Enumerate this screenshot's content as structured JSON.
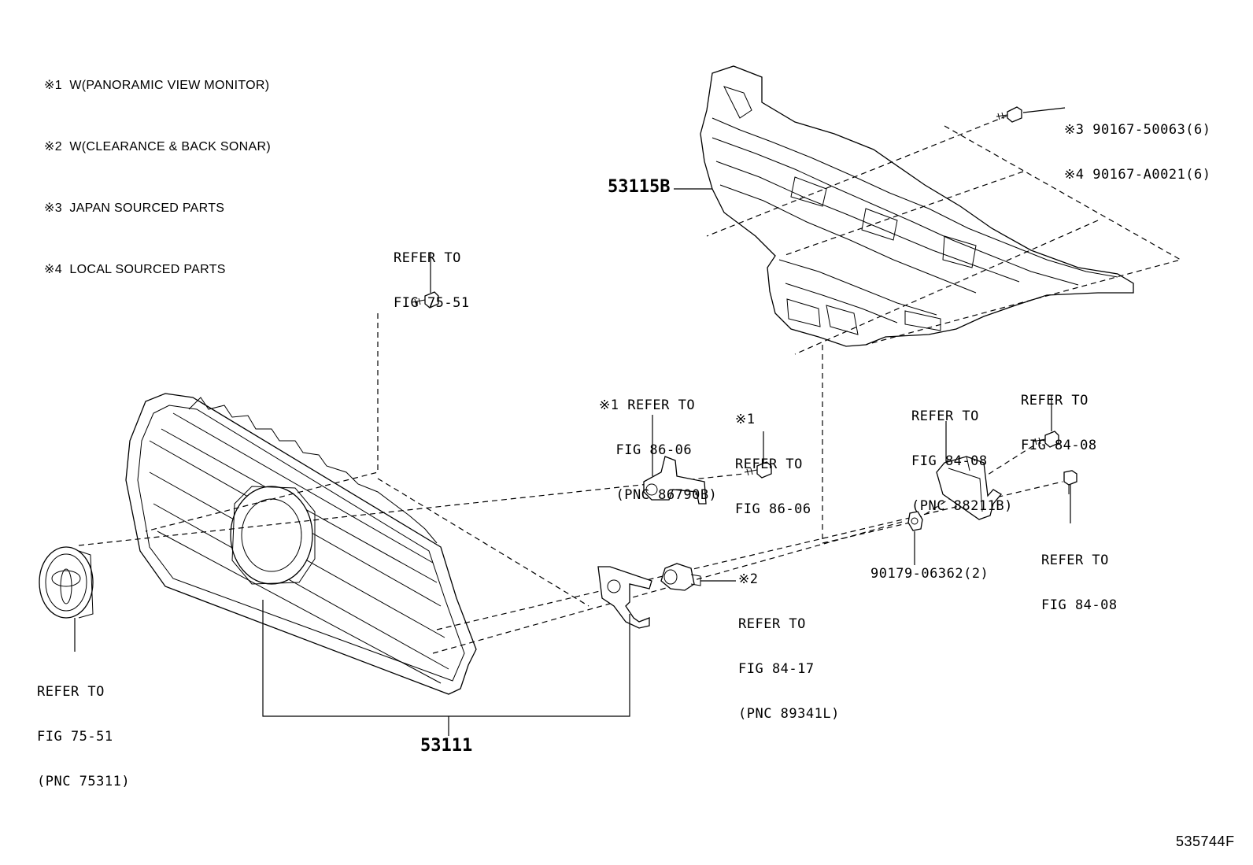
{
  "legend": [
    {
      "mark": "※1",
      "text": "W(PANORAMIC VIEW MONITOR)"
    },
    {
      "mark": "※2",
      "text": "W(CLEARANCE & BACK SONAR)"
    },
    {
      "mark": "※3",
      "text": "JAPAN SOURCED PARTS"
    },
    {
      "mark": "※4",
      "text": "LOCAL SOURCED PARTS"
    }
  ],
  "callouts": {
    "bolt_top_right": [
      "※3 90167-50063(6)",
      "※4 90167-A0021(6)"
    ],
    "part_53115b": "53115B",
    "refer_75_51_top": [
      "REFER TO",
      "FIG 75-51"
    ],
    "refer_86_06_bracket": [
      "※1 REFER TO",
      "  FIG 86-06",
      "  (PNC 86790B)"
    ],
    "refer_86_06_bolt": [
      "※1",
      "REFER TO",
      "FIG 86-06"
    ],
    "refer_84_08_module": [
      "REFER TO",
      "FIG 84-08",
      "(PNC 88211B)"
    ],
    "refer_84_08_bolt_top": [
      "REFER TO",
      "FIG 84-08"
    ],
    "refer_84_08_bolt_bottom": [
      "REFER TO",
      "FIG 84-08"
    ],
    "refer_84_17_sonar": [
      "※2",
      "REFER TO",
      "FIG 84-17",
      "(PNC 89341L)"
    ],
    "refer_75_51_emblem": [
      "REFER TO",
      "FIG 75-51",
      "(PNC 75311)"
    ],
    "part_90179": "90179-06362(2)",
    "part_53111": "53111",
    "figure_id": "535744F"
  }
}
